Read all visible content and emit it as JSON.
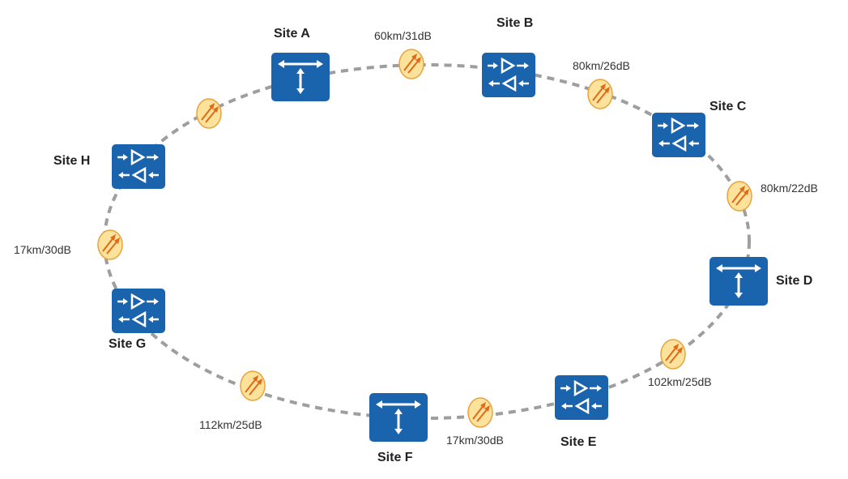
{
  "diagram": {
    "sites": [
      {
        "id": "A",
        "label": "Site A",
        "type": "roadm"
      },
      {
        "id": "B",
        "label": "Site B",
        "type": "amplifier"
      },
      {
        "id": "C",
        "label": "Site C",
        "type": "amplifier"
      },
      {
        "id": "D",
        "label": "Site D",
        "type": "roadm"
      },
      {
        "id": "E",
        "label": "Site E",
        "type": "amplifier"
      },
      {
        "id": "F",
        "label": "Site F",
        "type": "roadm"
      },
      {
        "id": "G",
        "label": "Site G",
        "type": "amplifier"
      },
      {
        "id": "H",
        "label": "Site H",
        "type": "amplifier"
      }
    ],
    "spans": [
      {
        "from": "A",
        "to": "B",
        "label": "60km/31dB"
      },
      {
        "from": "B",
        "to": "C",
        "label": "80km/26dB"
      },
      {
        "from": "C",
        "to": "D",
        "label": "80km/22dB"
      },
      {
        "from": "D",
        "to": "E",
        "label": "102km/25dB"
      },
      {
        "from": "E",
        "to": "F",
        "label": "17km/30dB"
      },
      {
        "from": "F",
        "to": "G",
        "label": "112km/25dB"
      },
      {
        "from": "G",
        "to": "H",
        "label": "17km/30dB"
      },
      {
        "from": "H",
        "to": "A"
      }
    ],
    "colors": {
      "node_fill": "#1a63ad",
      "node_icon": "#ffffff",
      "ring_line": "#9e9e9e",
      "amp_fill": "#fce29a",
      "amp_stroke": "#e8a33d",
      "amp_arrow": "#e06a1b"
    }
  }
}
